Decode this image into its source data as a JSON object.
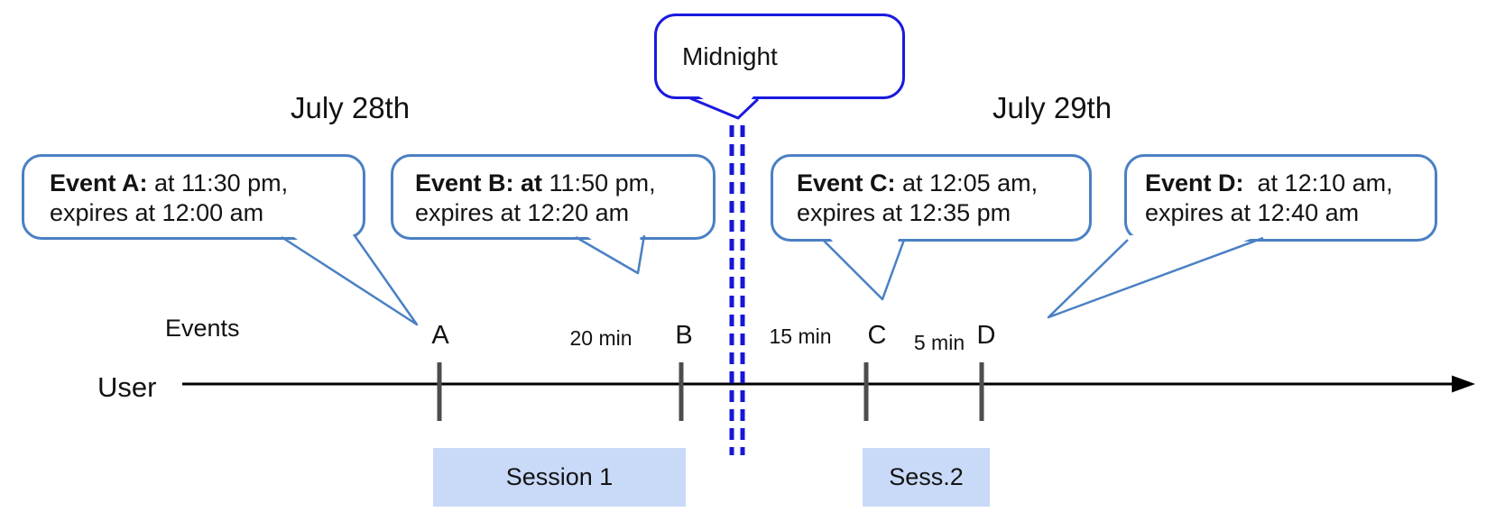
{
  "diagram": {
    "title_dates": {
      "left_date": "July 28th",
      "right_date": "July 29th"
    },
    "midnight": {
      "label": "Midnight"
    },
    "axis": {
      "events_label": "Events",
      "user_label": "User"
    },
    "events": [
      {
        "tick": "A",
        "bold": "Event A:",
        "line1": " at 11:30 pm,",
        "line2": "expires at 12:00 am"
      },
      {
        "tick": "B",
        "bold": "Event B: at",
        "line1": " 11:50 pm,",
        "line2": "expires at 12:20 am"
      },
      {
        "tick": "C",
        "bold": "Event C:",
        "line1": " at 12:05 am,",
        "line2": "expires at 12:35 pm"
      },
      {
        "tick": "D",
        "bold": "Event D:",
        "line1": "  at 12:10 am,",
        "line2": "expires at 12:40 am"
      }
    ],
    "intervals": [
      {
        "label": "20 min"
      },
      {
        "label": "15 min"
      },
      {
        "label": "5 min"
      }
    ],
    "sessions": [
      {
        "label": "Session 1"
      },
      {
        "label": "Sess.2"
      }
    ],
    "colors": {
      "event_bubble_border": "#4a80c4",
      "midnight_blue": "#1a1adf",
      "dashed_line_blue": "#1616d8",
      "session_fill": "#c9daf8",
      "tick_gray": "#4d4d4d",
      "timeline_black": "#000000"
    }
  }
}
